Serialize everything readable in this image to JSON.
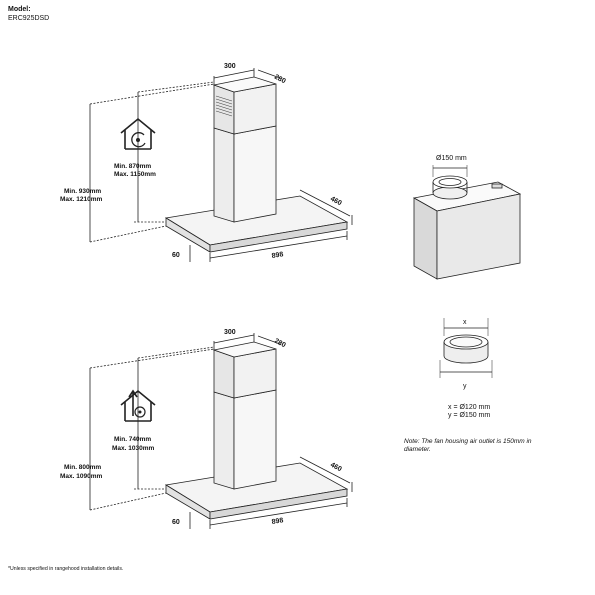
{
  "header": {
    "model_label": "Model:",
    "model_code": "ERC925DSD"
  },
  "top_drawing": {
    "chimney_width": "300",
    "chimney_depth": "280",
    "hood_depth": "460",
    "hood_width": "898",
    "hood_height": "60",
    "chimney_range_min": "Min. 870mm",
    "chimney_range_max": "Max. 1150mm",
    "total_range_min": "Min. 930mm",
    "total_range_max": "Max. 1210mm"
  },
  "bottom_drawing": {
    "chimney_width": "300",
    "chimney_depth": "280",
    "hood_depth": "460",
    "hood_width": "898",
    "hood_height": "60",
    "chimney_range_min": "Min. 740mm",
    "chimney_range_max": "Max. 1030mm",
    "total_range_min": "Min. 800mm",
    "total_range_max": "Max. 1090mm"
  },
  "fan_housing": {
    "outlet_label": "Ø150 mm"
  },
  "adapter": {
    "x_label": "x",
    "y_label": "y",
    "x_value": "x = Ø120 mm",
    "y_value": "y = Ø150 mm"
  },
  "note": {
    "text": "Note: The fan housing air outlet is 150mm in diameter."
  },
  "footnote": "*Unless specified in rangehood installation details."
}
